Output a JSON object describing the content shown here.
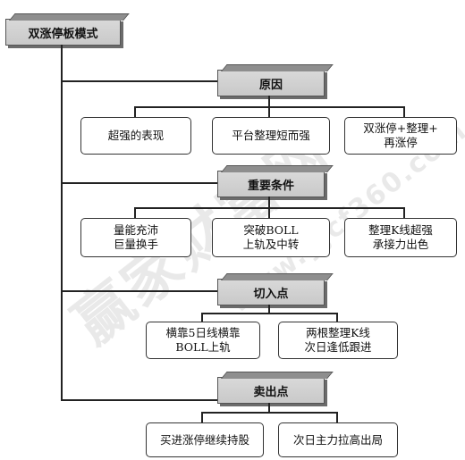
{
  "root": {
    "label": "双涨停板模式"
  },
  "sections": [
    {
      "title": "原因",
      "items": [
        "超强的表现",
        "平台整理短而强",
        "双涨停+整理+\n再涨停"
      ]
    },
    {
      "title": "重要条件",
      "items": [
        "量能充沛\n巨量换手",
        "突破BOLL\n上轨及中转",
        "整理K线超强\n承接力出色"
      ]
    },
    {
      "title": "切入点",
      "items": [
        "横靠5日线横靠\nBOLL上轨",
        "两根整理K线\n次日逢低跟进"
      ]
    },
    {
      "title": "卖出点",
      "items": [
        "买进涨停继续持股",
        "次日主力拉高出局"
      ]
    }
  ],
  "watermark": {
    "brand": "赢家财富网",
    "url": "www.yjcf360.com"
  }
}
